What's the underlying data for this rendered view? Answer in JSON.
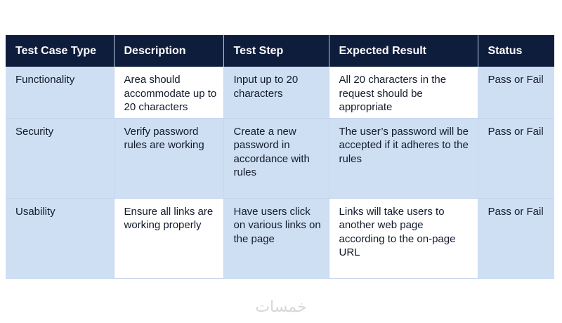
{
  "table": {
    "headers": [
      "Test Case Type",
      "Description",
      "Test Step",
      "Expected Result",
      "Status"
    ],
    "rows": [
      {
        "type": "Functionality",
        "description": "Area should accommodate up to 20 characters",
        "step": "Input up to 20 characters",
        "expected": "All 20 characters in the request should be appropriate",
        "status": "Pass or Fail"
      },
      {
        "type": "Security",
        "description": "Verify password rules are working",
        "step": "Create a new password in accordance with rules",
        "expected": "The user’s password will be accepted if it adheres to the rules",
        "status": "Pass or Fail"
      },
      {
        "type": "Usability",
        "description": "Ensure all links are working properly",
        "step": "Have users click on various links on the page",
        "expected": "Links will take users to another web page according to the on-page URL",
        "status": "Pass or Fail"
      }
    ]
  },
  "colors": {
    "header_bg": "#0f1d3c",
    "shade_bg": "#cfdff3",
    "text": "#111a2b"
  },
  "watermark": "خمسات"
}
